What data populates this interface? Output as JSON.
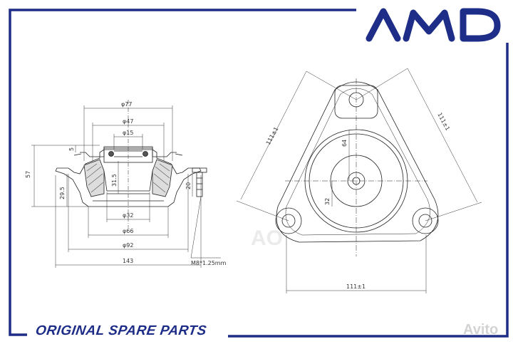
{
  "brand": {
    "logo_text": "AMD",
    "color": "#1e2d87"
  },
  "footer": {
    "tagline": "ORIGINAL SPARE PARTS"
  },
  "watermark": {
    "text": "Avito",
    "center_text": "AO"
  },
  "side_view": {
    "dims": {
      "d77": "φ77",
      "d47": "φ47",
      "d15": "φ15",
      "d32": "φ32",
      "d66": "φ66",
      "d92": "φ92",
      "w143": "143",
      "h57": "57",
      "h29_5": "29.5",
      "h31_5": "31.5",
      "h5": "5",
      "h20": "20",
      "bolt": "M8*1.25mm"
    }
  },
  "top_view": {
    "dims": {
      "left_side": "111±1",
      "right_side": "111±1",
      "bottom": "111±1",
      "d64": "64",
      "d32": "32"
    }
  }
}
